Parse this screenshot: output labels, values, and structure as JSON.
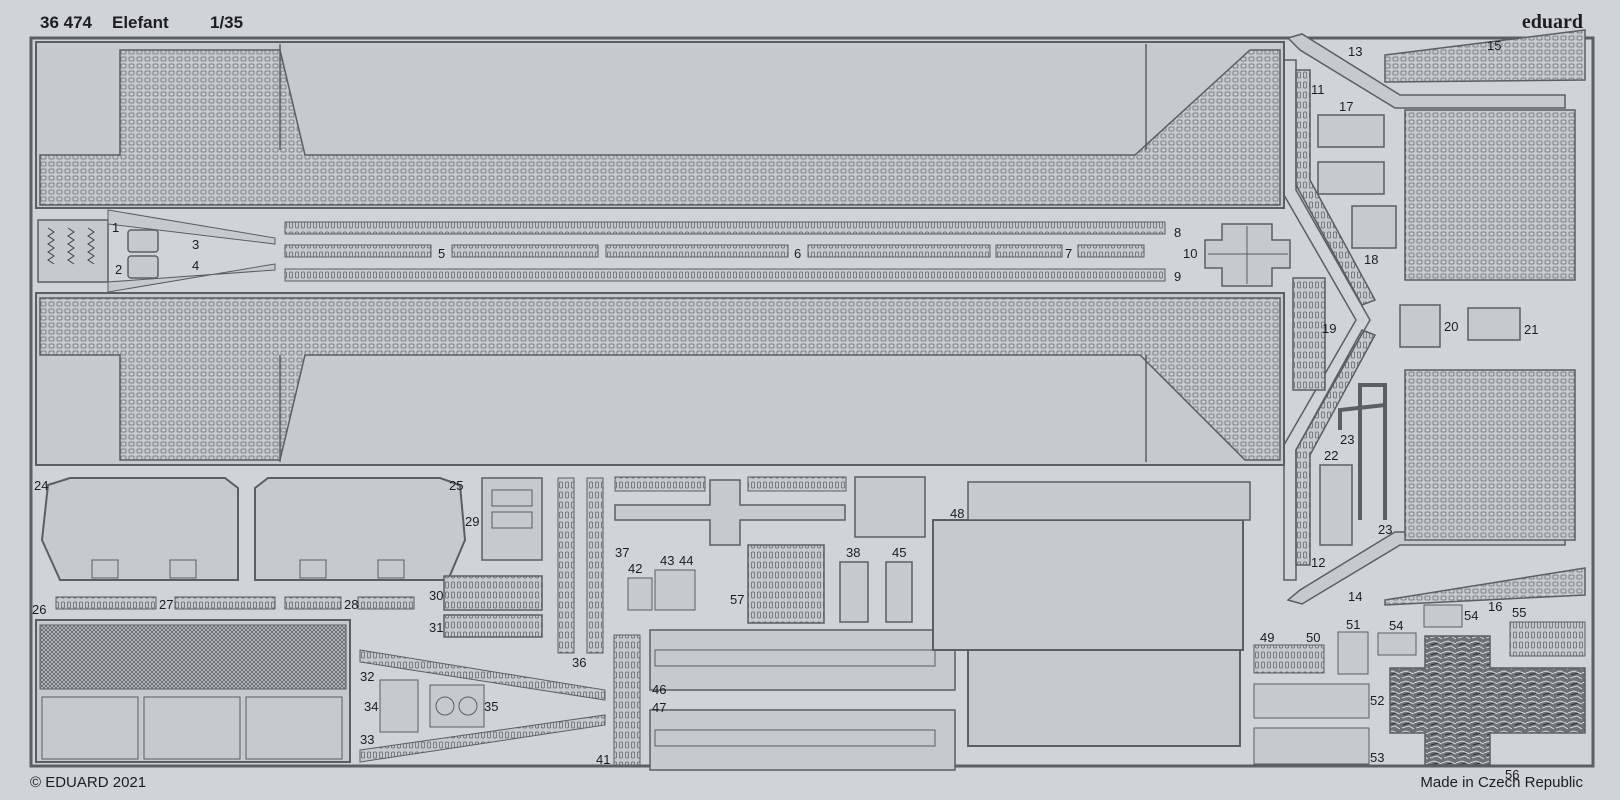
{
  "header": {
    "set_number": "36 474",
    "name": "Elefant",
    "scale": "1/35",
    "brand": "eduard"
  },
  "footer": {
    "copyright": "© EDUARD 2021",
    "origin": "Made in Czech Republic"
  },
  "part_numbers": [
    "1",
    "2",
    "3",
    "4",
    "5",
    "6",
    "7",
    "8",
    "9",
    "10",
    "11",
    "12",
    "13",
    "14",
    "15",
    "16",
    "17",
    "18",
    "19",
    "20",
    "21",
    "22",
    "23",
    "23",
    "24",
    "25",
    "26",
    "27",
    "28",
    "29",
    "30",
    "31",
    "32",
    "33",
    "34",
    "35",
    "36",
    "37",
    "38",
    "41",
    "42",
    "43",
    "44",
    "45",
    "46",
    "47",
    "48",
    "49",
    "50",
    "51",
    "52",
    "53",
    "54",
    "54",
    "55",
    "56",
    "57"
  ],
  "colors": {
    "fret_background": "#cfd4d8",
    "part_face": "#c4cace",
    "outline": "#5a5f63",
    "text": "#1e1e1e"
  }
}
